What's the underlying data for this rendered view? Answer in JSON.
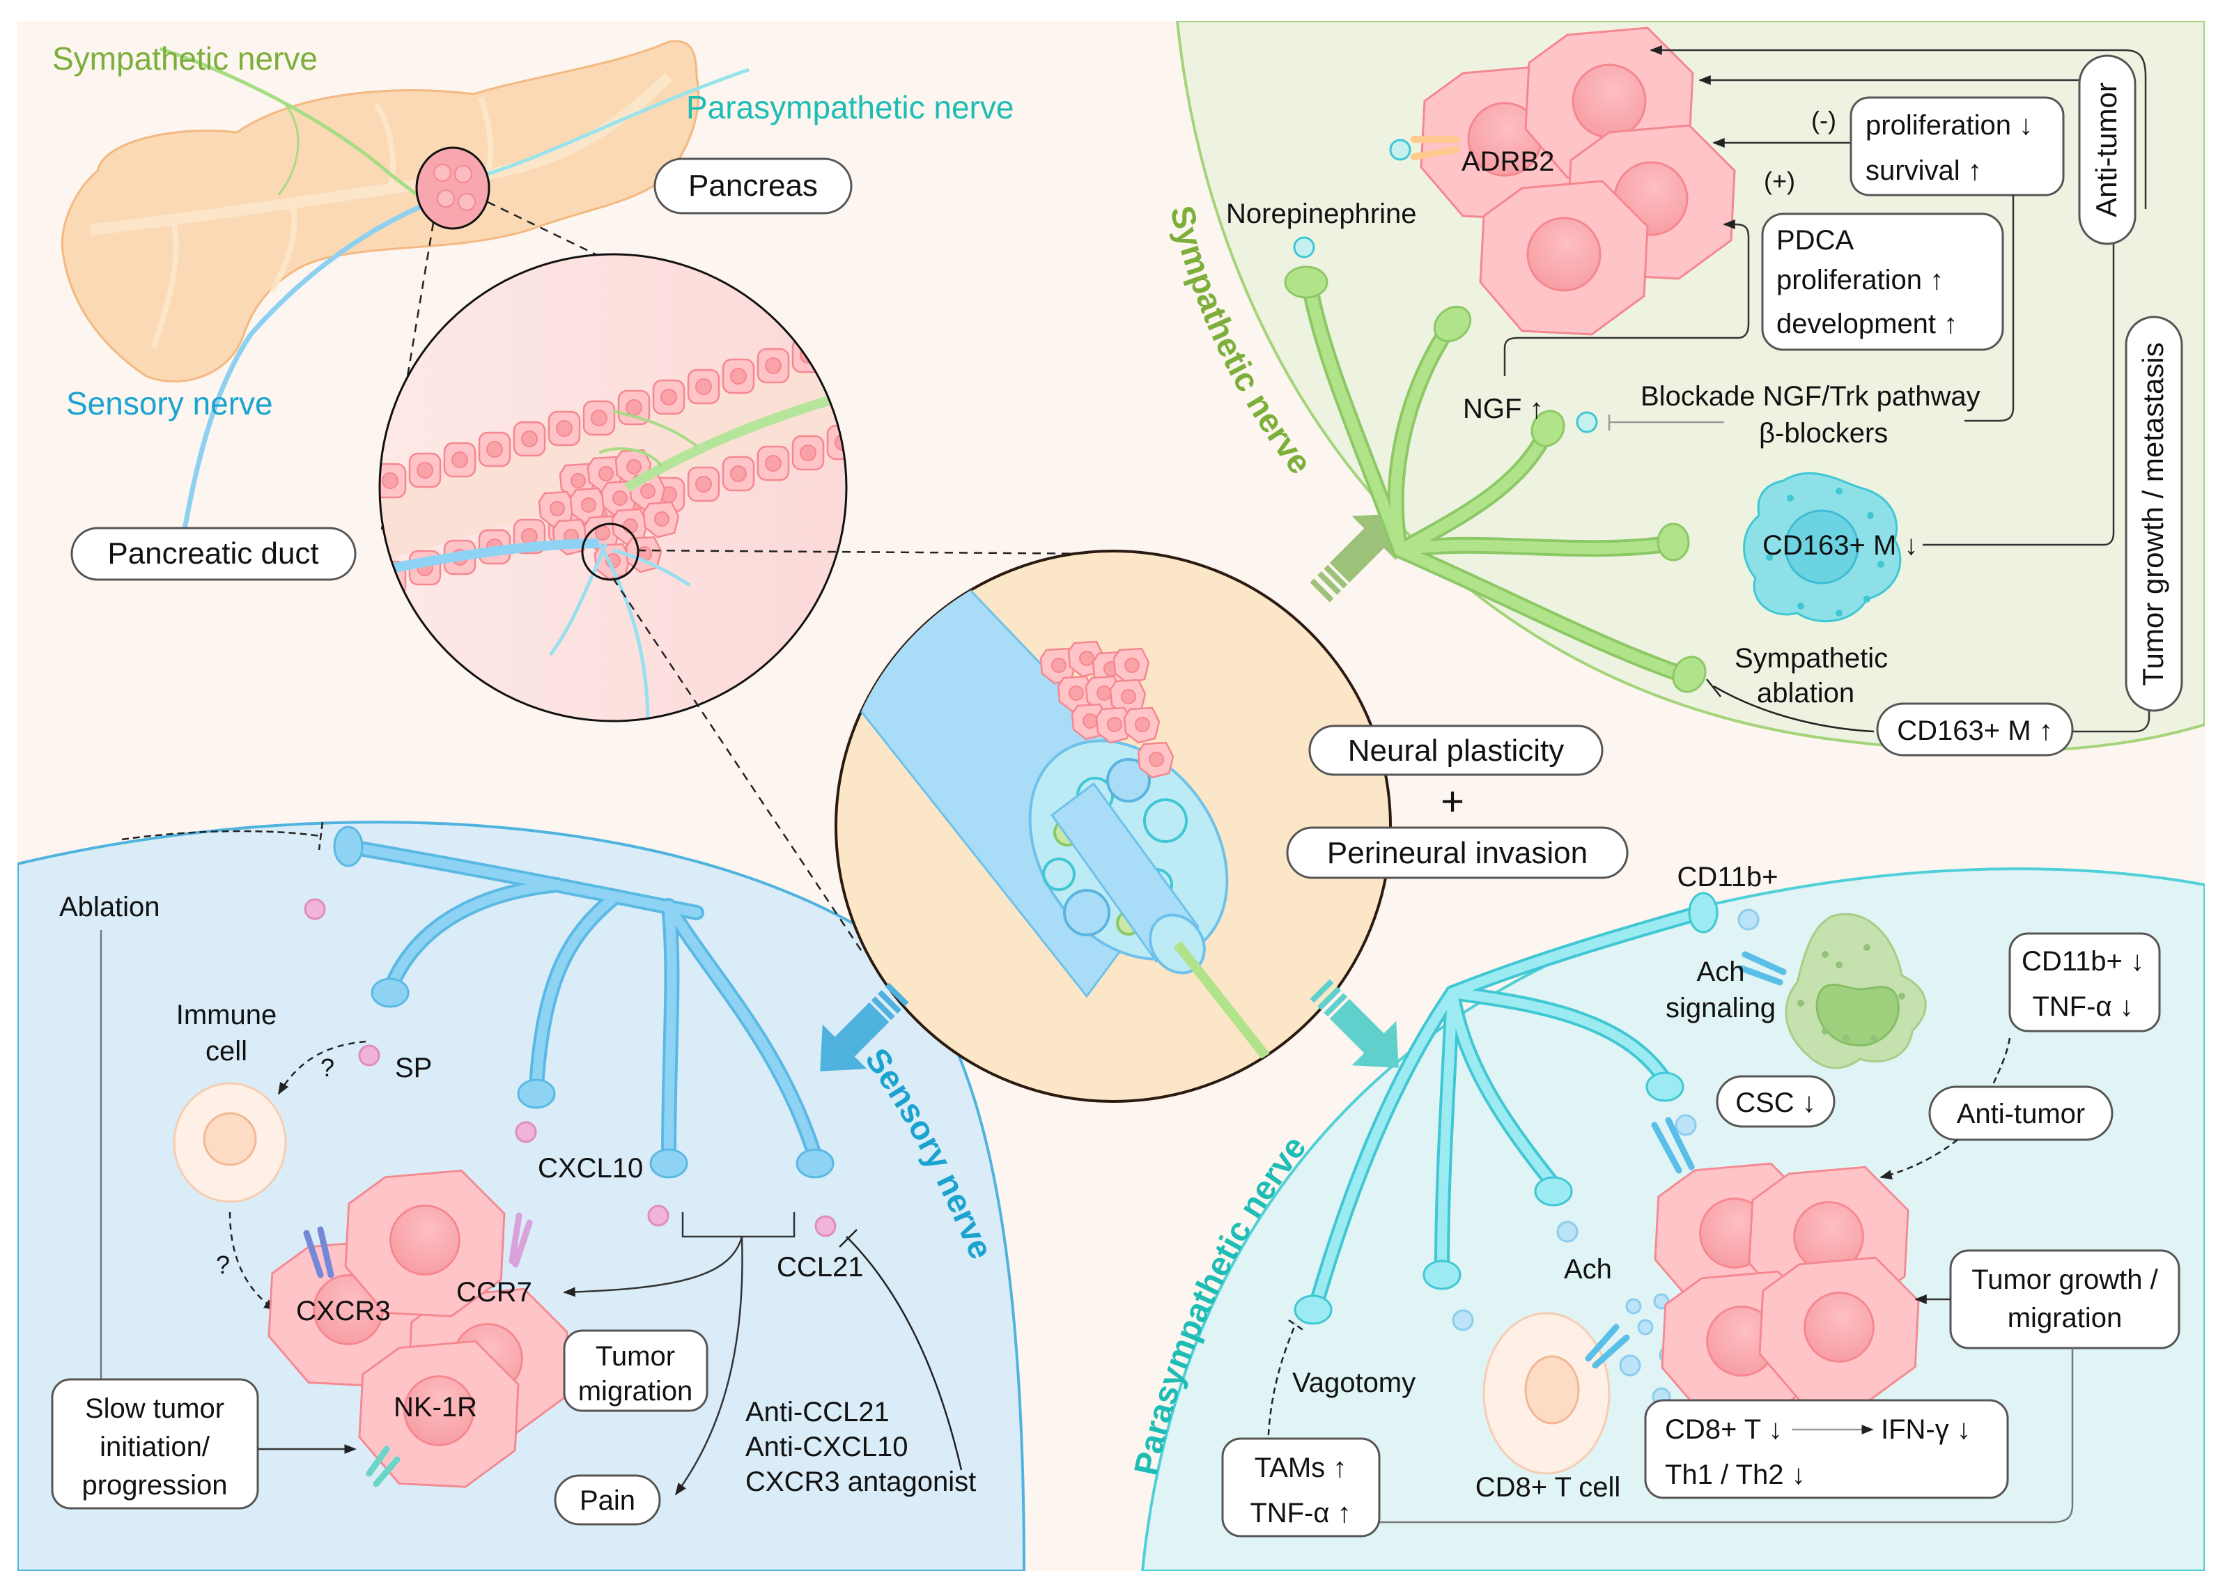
{
  "colors": {
    "background": "#FCF5F0",
    "sympathetic": "#7BAF3A",
    "sympathetic_region": "#EEF3E1",
    "sympathetic_border": "#A4D47A",
    "sympathetic_nerve_fill": "#B1E38A",
    "parasympathetic": "#1DBDB5",
    "parasympathetic_region": "#E0F3F5",
    "parasympathetic_nerve_fill": "#9CEAF2",
    "sensory": "#1BA3CF",
    "sensory_region": "#D9ECF8",
    "sensory_border": "#4FB3DE",
    "sensory_nerve_fill": "#8ED3F3",
    "tumor_fill": "#FFC4C8",
    "tumor_stroke": "#F5878F",
    "pancreas_fill": "#FAD9B4",
    "pancreas_stroke": "#F4B880",
    "center_circle_fill": "#FCE6C8"
  },
  "overview": {
    "sympathetic_label": "Sympathetic nerve",
    "parasympathetic_label": "Parasympathetic nerve",
    "sensory_label": "Sensory nerve",
    "pancreas_label": "Pancreas",
    "duct_label": "Pancreatic duct"
  },
  "center": {
    "neural_plasticity": "Neural plasticity",
    "plus": "+",
    "perineural_invasion": "Perineural invasion"
  },
  "sympathetic": {
    "arc_label": "Sympathetic nerve",
    "norepinephrine": "Norepinephrine",
    "adrb2": "ADRB2",
    "minus": "(-)",
    "plus": "(+)",
    "box_effects": [
      "proliferation ↓",
      "survival ↑"
    ],
    "box_pdca": [
      "PDCA",
      "proliferation ↑",
      "development ↑"
    ],
    "ngf": "NGF ↑",
    "blockade": "Blockade NGF/Trk pathway",
    "beta_blockers": "β-blockers",
    "cd163_down": "CD163+ M ↓",
    "ablation": [
      "Sympathetic",
      "ablation"
    ],
    "cd163_up": "CD163+ M ↑",
    "anti_tumor": "Anti-tumor",
    "tumor_growth": "Tumor growth / metastasis"
  },
  "sensory": {
    "arc_label": "Sensory nerve",
    "ablation": "Ablation",
    "immune_cell": [
      "Immune",
      "cell"
    ],
    "question": "?",
    "sp": "SP",
    "cxcl10": "CXCL10",
    "ccl21": "CCL21",
    "cxcr3": "CXCR3",
    "ccr7": "CCR7",
    "nk1r": "NK-1R",
    "tumor_migration": [
      "Tumor",
      "migration"
    ],
    "pain": "Pain",
    "treatments": [
      "Anti-CCL21",
      "Anti-CXCL10",
      "CXCR3 antagonist"
    ],
    "slow_tumor": [
      "Slow tumor",
      "initiation/",
      "progression"
    ]
  },
  "parasympathetic": {
    "arc_label": "Parasympathetic nerve",
    "cd11b_title": "CD11b+",
    "ach_signaling": [
      "Ach",
      "signaling"
    ],
    "cd11b_box": [
      "CD11b+ ↓",
      "TNF-α ↓"
    ],
    "csc": "CSC ↓",
    "anti_tumor": "Anti-tumor",
    "ach": "Ach",
    "tumor_growth": [
      "Tumor growth /",
      "migration"
    ],
    "vagotomy": "Vagotomy",
    "cd8_cell": "CD8+ T cell",
    "cd8_box_line1_left": "CD8+ T ↓",
    "cd8_box_line1_right": "IFN-γ ↓",
    "cd8_box_line2": "Th1 / Th2 ↓",
    "tams_box": [
      "TAMs ↑",
      "TNF-α ↑"
    ]
  }
}
